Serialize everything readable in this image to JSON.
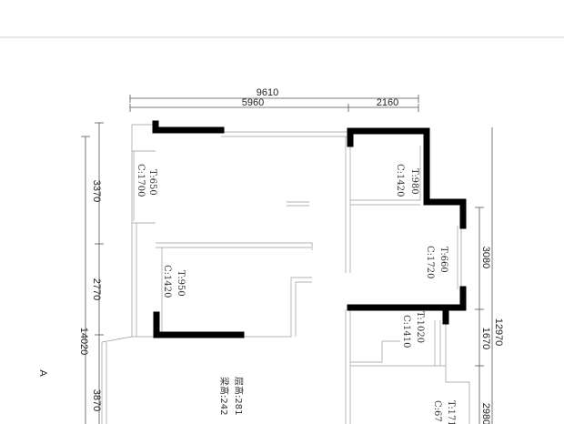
{
  "dimensions": {
    "overall_width": "9610",
    "left_width": "5960",
    "right_width": "2160",
    "left_upper": "3370",
    "left_middle": "2770",
    "left_total": "14020",
    "left_lower": "3870",
    "right_upper": "3080",
    "right_total": "12970",
    "right_middle": "1670",
    "right_lower": "2980"
  },
  "windows": [
    {
      "t": "T:650",
      "c": "C:1700"
    },
    {
      "t": "T:980",
      "c": "C:1420"
    },
    {
      "t": "T:950",
      "c": "C:1420"
    },
    {
      "t": "T:660",
      "c": "C:1720"
    },
    {
      "t": "T:1020",
      "c": "C:1410"
    },
    {
      "t": "T:171",
      "c": "C:67"
    }
  ],
  "room_notes": {
    "floor_height": "层高:281",
    "beam_height": "梁高:242"
  },
  "axis_marker": "A"
}
